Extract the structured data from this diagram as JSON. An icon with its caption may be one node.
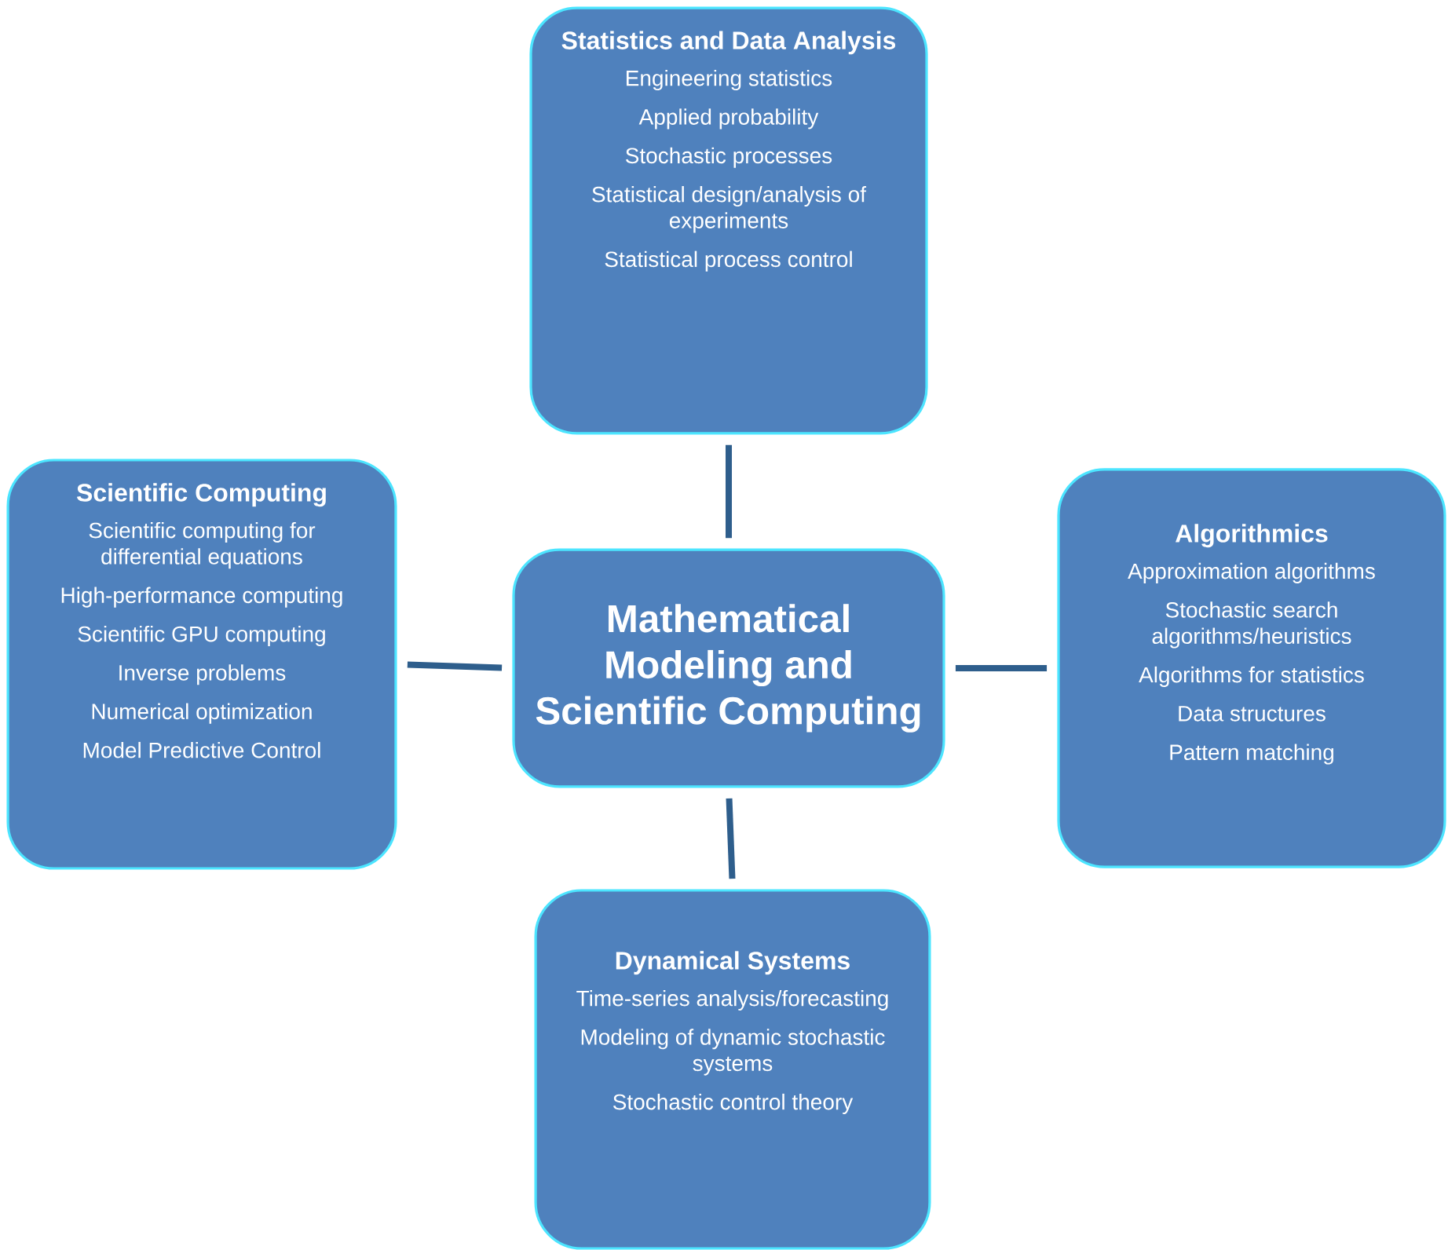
{
  "diagram": {
    "nodes": [
      {
        "text": [
          "Mathematical Modeling and Scientific Computing"
        ]
      },
      {
        "text": [
          "Statistics and Data Analysis",
          "Engineering statistics",
          "Applied probability",
          "Stochastic processes",
          "Statistical design/analysis of experiments",
          "Statistical process control"
        ]
      },
      {
        "text": [
          "Scientific Computing",
          "Scientific computing for differential equations",
          "High-performance computing",
          "Scientific GPU computing",
          "Inverse problems",
          "Numerical optimization",
          "Model Predictive Control"
        ]
      },
      {
        "text": [
          "Algorithmics",
          "Approximation algorithms",
          "Stochastic search algorithms/heuristics",
          "Algorithms for statistics",
          "Data structures",
          "Pattern matching"
        ]
      },
      {
        "text": [
          "Dynamical Systems",
          "Time-series analysis/forecasting",
          "Modeling of dynamic stochastic systems",
          "Stochastic control theory"
        ]
      }
    ],
    "edges": [
      {
        "from": 0,
        "to": 1,
        "arrow": "none"
      },
      {
        "from": 0,
        "to": 2,
        "arrow": "none"
      },
      {
        "from": 0,
        "to": 3,
        "arrow": "none"
      },
      {
        "from": 0,
        "to": 4,
        "arrow": "none"
      }
    ]
  }
}
